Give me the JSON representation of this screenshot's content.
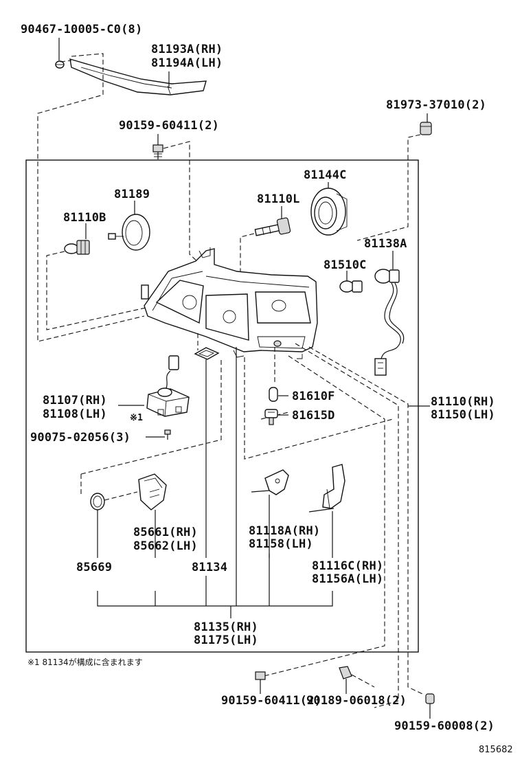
{
  "labels": {
    "p90467": "90467-10005-C0(8)",
    "p81193": "81193A(RH)",
    "p81194": "81194A(LH)",
    "p81973": "81973-37010(2)",
    "p90159a": "90159-60411(2)",
    "p81144": "81144C",
    "p81189": "81189",
    "p81110l": "81110L",
    "p81110b": "81110B",
    "p81138": "81138A",
    "p81510": "81510C",
    "p81610": "81610F",
    "p81615": "81615D",
    "p81107": "81107(RH)",
    "p81108": "81108(LH)",
    "p81110rh": "81110(RH)",
    "p81150": "81150(LH)",
    "p90075": "90075-02056(3)",
    "p85661": "85661(RH)",
    "p85662": "85662(LH)",
    "p85669": "85669",
    "p81134": "81134",
    "p81118": "81118A(RH)",
    "p81158": "81158(LH)",
    "p81116": "81116C(RH)",
    "p81156": "81156A(LH)",
    "p81135": "81135(RH)",
    "p81175": "81175(LH)",
    "p90159b": "90159-60411(2)",
    "p90189": "90189-06018(2)",
    "p90159c": "90159-60008(2)",
    "mark": "※1"
  },
  "note": "※1  81134が構成に含まれます",
  "ref_number": "815682"
}
